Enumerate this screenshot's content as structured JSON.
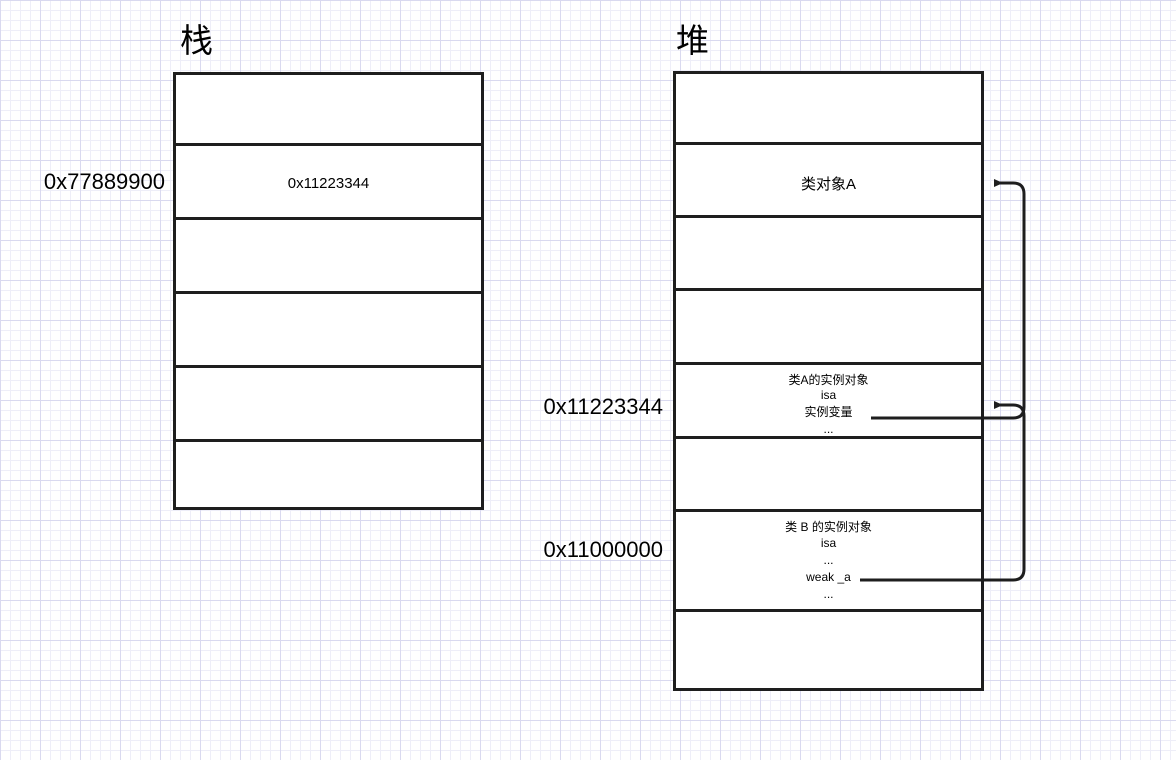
{
  "diagram": {
    "title_stack": "栈",
    "title_heap": "堆",
    "stack": {
      "label": "栈",
      "address_labels": [
        {
          "text": "0x77889900",
          "row_index": 1
        }
      ],
      "rows": [
        {
          "lines": []
        },
        {
          "lines": [
            "0x11223344"
          ]
        },
        {
          "lines": []
        },
        {
          "lines": []
        },
        {
          "lines": []
        },
        {
          "lines": []
        }
      ]
    },
    "heap": {
      "label": "堆",
      "address_labels": [
        {
          "text": "0x11223344",
          "row_index": 4
        },
        {
          "text": "0x11000000",
          "row_index": 6
        }
      ],
      "rows": [
        {
          "lines": []
        },
        {
          "lines": [
            "类对象A"
          ]
        },
        {
          "lines": []
        },
        {
          "lines": []
        },
        {
          "lines": [
            "类A的实例对象",
            "isa",
            "实例变量",
            "..."
          ]
        },
        {
          "lines": []
        },
        {
          "lines": [
            "类 B 的实例对象",
            "isa",
            "...",
            "weak _a",
            "..."
          ]
        },
        {
          "lines": []
        }
      ]
    },
    "connectors": [
      {
        "name": "ivar-to-class-object-a",
        "from_label": "实例变量",
        "to_label": "类对象A"
      },
      {
        "name": "weak-a-to-instance-a",
        "from_label": "weak _a",
        "to_label": "类A的实例对象"
      }
    ],
    "colors": {
      "stroke": "#1e1e1e",
      "text": "#000000",
      "grid_minor": "#eeeef8",
      "grid_major": "#d9d9ef",
      "background": "#ffffff"
    }
  }
}
